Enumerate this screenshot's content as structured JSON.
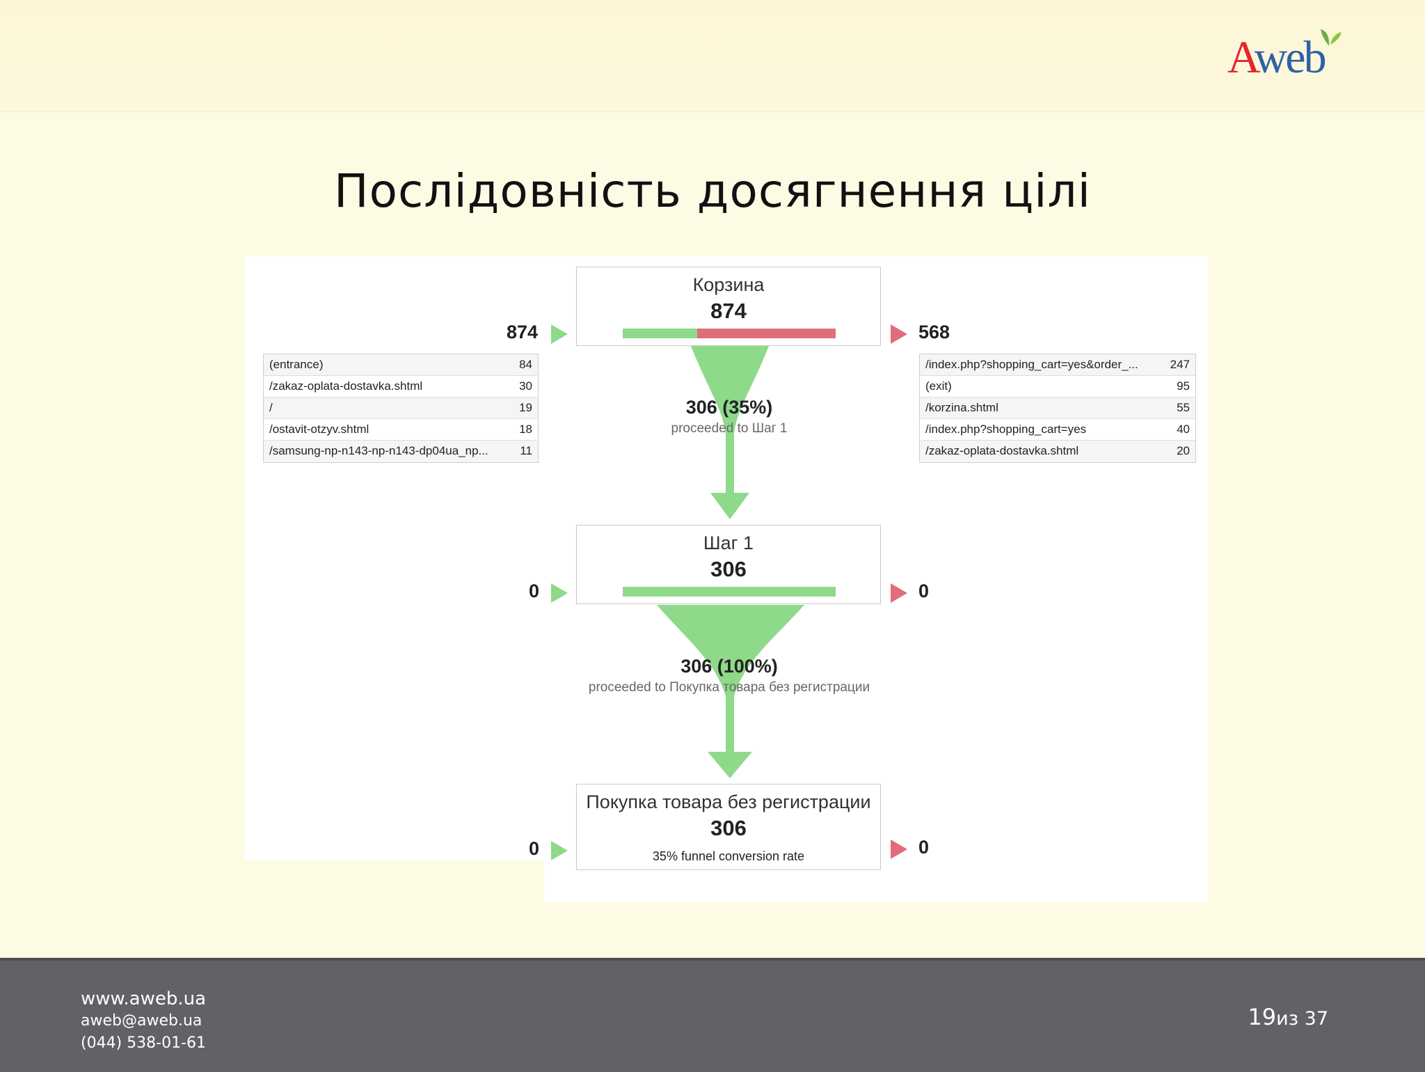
{
  "slide": {
    "title": "Послідовність досягнення цілі",
    "logo": {
      "text_a": "A",
      "text_web": "web"
    },
    "footer": {
      "website": "www.aweb.ua",
      "email": "aweb@aweb.ua",
      "phone": "(044) 538-01-61",
      "page_current": "19",
      "page_total": "из 37"
    }
  },
  "funnel": {
    "steps": [
      {
        "name": "Корзина",
        "count": "874",
        "entries": "874",
        "exits": "568",
        "bar": {
          "continued_fraction": 0.35,
          "exit_fraction": 0.65
        }
      },
      {
        "name": "Шаг 1",
        "count": "306",
        "entries": "0",
        "exits": "0",
        "bar": {
          "continued_fraction": 1.0,
          "exit_fraction": 0
        }
      },
      {
        "name": "Покупка товара без регистрации",
        "count": "306",
        "entries": "0",
        "exits": "0",
        "conversion": "35% funnel conversion rate"
      }
    ],
    "transitions": [
      {
        "count": "306 (35%)",
        "label": "proceeded to Шаг 1"
      },
      {
        "count": "306 (100%)",
        "label": "proceeded to Покупка товара без регистрации"
      }
    ],
    "entry_sources": [
      {
        "path": "(entrance)",
        "value": "84"
      },
      {
        "path": "/zakaz-oplata-dostavka.shtml",
        "value": "30"
      },
      {
        "path": "/",
        "value": "19"
      },
      {
        "path": "/ostavit-otzyv.shtml",
        "value": "18"
      },
      {
        "path": "/samsung-np-n143-np-n143-dp04ua_np...",
        "value": "11"
      }
    ],
    "exit_destinations": [
      {
        "path": "/index.php?shopping_cart=yes&order_...",
        "value": "247"
      },
      {
        "path": "(exit)",
        "value": "95"
      },
      {
        "path": "/korzina.shtml",
        "value": "55"
      },
      {
        "path": "/index.php?shopping_cart=yes",
        "value": "40"
      },
      {
        "path": "/zakaz-oplata-dostavka.shtml",
        "value": "20"
      }
    ],
    "colors": {
      "continue": "#8fd98a",
      "exit": "#e06e7a"
    }
  }
}
